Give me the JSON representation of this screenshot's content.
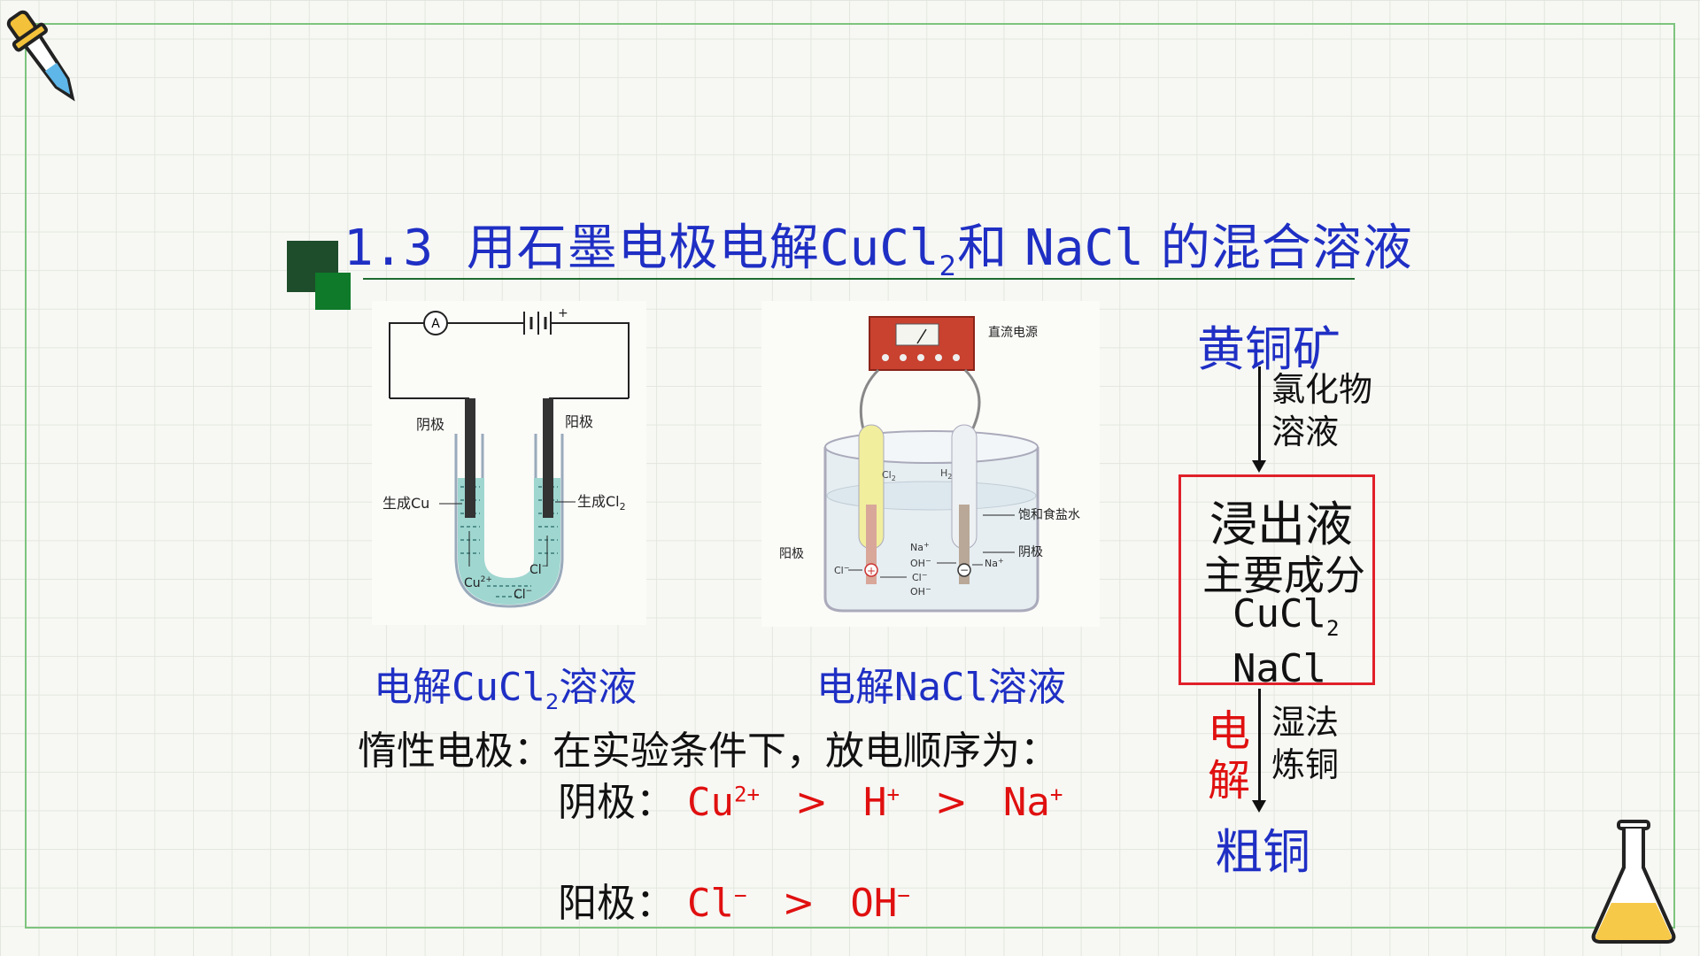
{
  "slide": {
    "title_number": "1.3",
    "title_prefix": "用石墨电极电解",
    "title_formula1": "CuCl",
    "title_formula1_sub": "2",
    "title_mid": "和",
    "title_formula2": "NaCl",
    "title_suffix": "的混合溶液"
  },
  "diagram1": {
    "labels": {
      "cathode": "阴极",
      "anode": "阳极",
      "product_left": "生成Cu",
      "product_right": "生成Cl",
      "product_right_sub": "2",
      "ammeter": "A",
      "ion_cu": "Cu",
      "ion_cu_sup": "2+",
      "ion_cl": "Cl",
      "ion_cl_sup": "−",
      "ion_cl2": "Cl",
      "ion_cl2_sup": "−"
    },
    "caption_prefix": "电解",
    "caption_formula": "CuCl",
    "caption_sub": "2",
    "caption_suffix": "溶液"
  },
  "diagram2": {
    "labels": {
      "power": "直流电源",
      "brine": "饱和食盐水",
      "anode": "阳极",
      "cathode": "阴极",
      "cl2": "Cl",
      "cl2_sub": "2",
      "h2": "H",
      "h2_sub": "2",
      "na1": "Na",
      "na1_sup": "+",
      "na2": "Na",
      "na2_sup": "+",
      "oh1": "OH",
      "oh1_sup": "−",
      "cl": "Cl",
      "cl_sup": "−",
      "oh2": "OH",
      "oh2_sup": "−",
      "cl_left": "Cl",
      "cl_left_sup": "−"
    },
    "caption_prefix": "电解",
    "caption_formula": "NaCl",
    "caption_suffix": "溶液"
  },
  "discharge": {
    "intro": "惰性电极：在实验条件下，放电顺序为：",
    "cathode_label": "阴极：",
    "cathode_ions": [
      {
        "base": "Cu",
        "sup": "2+"
      },
      {
        "base": "H",
        "sup": "+"
      },
      {
        "base": "Na",
        "sup": "+"
      }
    ],
    "anode_label": "阳极：",
    "anode_ions": [
      {
        "base": "Cl",
        "sup": "−"
      },
      {
        "base": "OH",
        "sup": "−"
      }
    ],
    "gt": ">"
  },
  "flow": {
    "start": "黄铜矿",
    "step1_line1": "氯化物",
    "step1_line2": "溶液",
    "box_line1": "浸出液",
    "box_line2": "主要成分",
    "box_formula1": "CuCl",
    "box_formula1_sub": "2",
    "box_formula2": "NaCl",
    "red_char1": "电",
    "red_char2": "解",
    "step2_line1": "湿法",
    "step2_line2": "炼铜",
    "end": "粗铜"
  },
  "colors": {
    "blue_text": "#1f2fc4",
    "red_text": "#e01010",
    "frame_green": "#7ec47e",
    "title_marker_dark": "#1e4d2b",
    "title_marker_light": "#0f7a2a"
  }
}
